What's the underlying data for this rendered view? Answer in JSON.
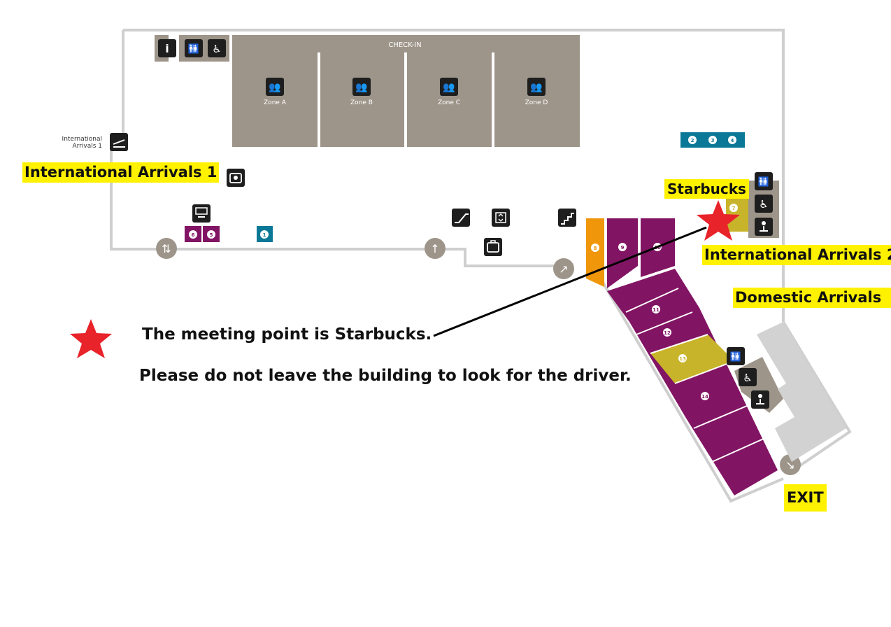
{
  "floor": {
    "checkin_title": "CHECK-IN",
    "zones": [
      "Zone A",
      "Zone B",
      "Zone C",
      "Zone D"
    ],
    "arrivals1_small_line1": "International",
    "arrivals1_small_line2": "Arrivals 1"
  },
  "gates": {
    "blue_top": [
      "2",
      "3",
      "4"
    ],
    "blue_left": "1",
    "purple_left": [
      "6",
      "5"
    ],
    "orange": "8",
    "purple_upper": [
      "9",
      "10"
    ],
    "starbucks_stall": "7",
    "concourse": [
      "11",
      "12",
      "13",
      "14"
    ]
  },
  "labels": {
    "intl_arrivals_1": "International Arrivals 1",
    "starbucks": "Starbucks",
    "intl_arrivals_2": "International Arrivals 2",
    "domestic_arrivals": "Domestic Arrivals",
    "exit": "EXIT"
  },
  "notes": {
    "meeting_point": "The meeting point is Starbucks.",
    "instruction": "Please do not leave the building to look for the driver."
  },
  "icons": [
    "information-icon",
    "toilets-icon",
    "wheelchair-icon",
    "checkin-zone-icon",
    "arrivals-icon",
    "camera-icon",
    "atm-icon",
    "escalator-icon",
    "lift-icon",
    "stairs-icon",
    "baggage-icon",
    "baby-change-icon",
    "direction-arrow-icon",
    "star-icon"
  ],
  "colors": {
    "wall": "#c8c8c8",
    "checkin_block": "#9e958a",
    "gate_purple": "#821464",
    "gate_orange": "#f0960a",
    "gate_olive": "#c8b42a",
    "gate_blue": "#0a7896",
    "icon_dark": "#1e1e1e",
    "arrow_circle": "#9e958a",
    "highlight": "#fff200",
    "star": "#e8232a",
    "pointer_line": "#000000"
  }
}
